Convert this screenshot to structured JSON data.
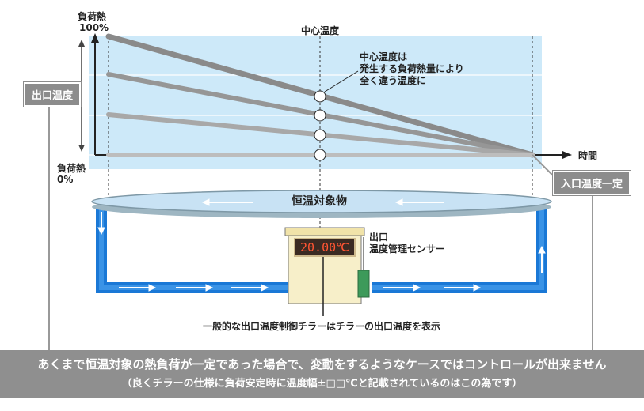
{
  "diagram": {
    "y_top_label": "負荷熱",
    "y_top_value": "100%",
    "y_bottom_label": "負荷熱",
    "y_bottom_value": "0%",
    "center_temp_label": "中心温度",
    "time_label": "時間",
    "note_lines": [
      "中心温度は",
      "発生する負荷熱量により",
      "全く違う温度に"
    ],
    "outlet_temp_label": "出口温度",
    "inlet_temp_label": "入口温度一定",
    "object_label": "恒温対象物",
    "chiller_display": "20.00℃",
    "sensor_label_line1": "出口",
    "sensor_label_line2": "温度管理センサー",
    "chiller_caption": "一般的な出口温度制御チラーはチラーの出口温度を表示"
  },
  "bottom_bar": {
    "main": "あくまで恒温対象の熱負荷が一定であった場合で、変動をするようなケースではコントロールが出来ません",
    "sub": "（良くチラーの仕様に負荷安定時に温度幅±□□℃と記載されているのはこの為です）"
  },
  "colors": {
    "band": "#cde9f9",
    "pipe": "#1a78d6",
    "line_dark": "#8a8a8a",
    "line_mid": "#a3a3a3",
    "line_light": "#bdbdbd",
    "chiller_body": "#f7efc9",
    "sensor": "#3d9a5a",
    "gray_tag": "#8c8c8c"
  }
}
